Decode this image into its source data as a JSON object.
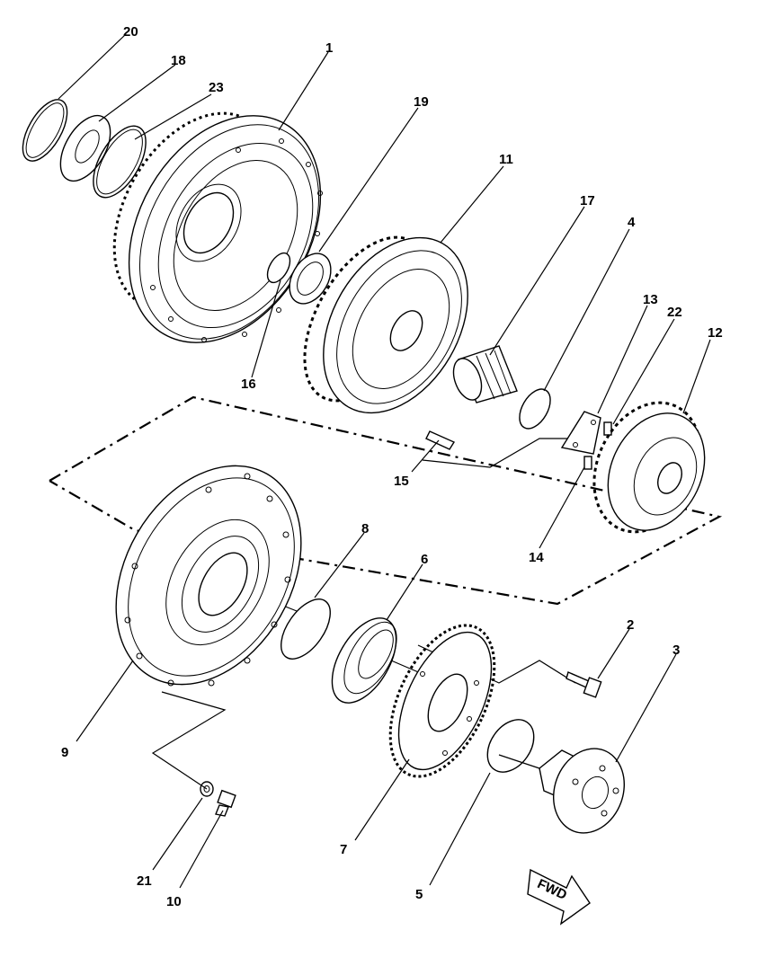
{
  "callouts": {
    "c1": "1",
    "c2": "2",
    "c3": "3",
    "c4": "4",
    "c5": "5",
    "c6": "6",
    "c7": "7",
    "c8": "8",
    "c9": "9",
    "c10": "10",
    "c11": "11",
    "c12": "12",
    "c13": "13",
    "c14": "14",
    "c15": "15",
    "c16": "16",
    "c17": "17",
    "c18": "18",
    "c19": "19",
    "c20": "20",
    "c21": "21",
    "c22": "22",
    "c23": "23"
  },
  "direction_label": "FWD"
}
